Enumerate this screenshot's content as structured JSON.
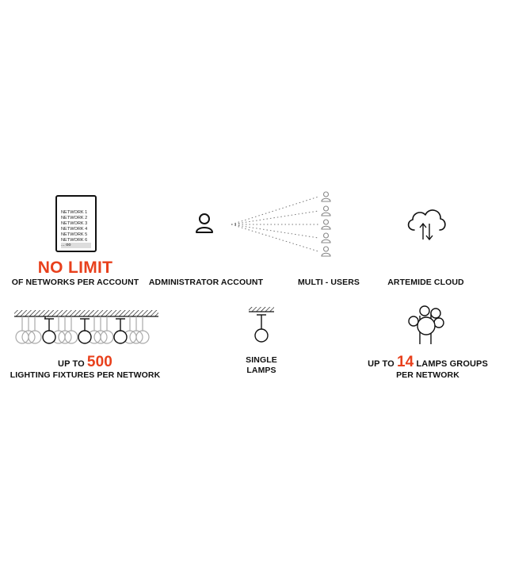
{
  "tablet": {
    "networks": [
      "NETWORK 1",
      "NETWORK 2",
      "NETWORK 3",
      "NETWORK 4",
      "NETWORK 5",
      "NETWORK 6"
    ],
    "more": "... oo"
  },
  "networks_block": {
    "headline": "NO LIMIT",
    "caption": "OF NETWORKS PER ACCOUNT"
  },
  "admin": {
    "caption": "ADMINISTRATOR ACCOUNT"
  },
  "multi": {
    "caption": "MULTI - USERS"
  },
  "cloud": {
    "caption": "ARTEMIDE CLOUD"
  },
  "fixtures": {
    "prefix": "UP TO",
    "number": "500",
    "caption": "LIGHTING FIXTURES PER NETWORK"
  },
  "single": {
    "line1": "SINGLE",
    "line2": "LAMPS"
  },
  "groups": {
    "prefix": "UP TO",
    "number": "14",
    "suffix": "LAMPS GROUPS",
    "line2": "PER NETWORK"
  },
  "colors": {
    "accent": "#e8401c",
    "ink": "#111111",
    "grey": "#9a9a9a"
  }
}
